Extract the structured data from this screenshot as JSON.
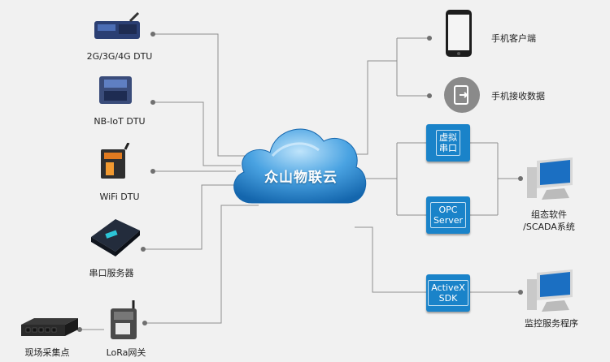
{
  "cloud": {
    "label": "众山物联云"
  },
  "left_devices": [
    {
      "label": "2G/3G/4G DTU",
      "icon": "cellular-dtu-icon"
    },
    {
      "label": "NB-IoT DTU",
      "icon": "nbiot-dtu-icon"
    },
    {
      "label": "WiFi DTU",
      "icon": "wifi-dtu-icon"
    },
    {
      "label": "串口服务器",
      "icon": "serial-server-icon"
    },
    {
      "label": "LoRa网关",
      "icon": "lora-gateway-icon"
    }
  ],
  "field": {
    "label": "现场采集点",
    "icon": "network-switch-icon"
  },
  "right_targets": {
    "phone_client": {
      "label": "手机客户端",
      "icon": "smartphone-icon"
    },
    "phone_receive": {
      "label": "手机接收数据",
      "icon": "phone-receive-icon"
    },
    "scada": {
      "label_line1": "组态软件",
      "label_line2": "/SCADA系统",
      "icon": "computer-icon"
    },
    "monitor": {
      "label": "监控服务程序",
      "icon": "computer-icon"
    }
  },
  "interfaces": {
    "virtual_serial": {
      "line1": "虚拟",
      "line2": "串口"
    },
    "opc": {
      "line1": "OPC",
      "line2": "Server"
    },
    "activex": {
      "line1": "ActiveX",
      "line2": "SDK"
    }
  },
  "colors": {
    "accent": "#1a83c9",
    "line": "#8a8a8a",
    "background": "#f1f1f1"
  }
}
